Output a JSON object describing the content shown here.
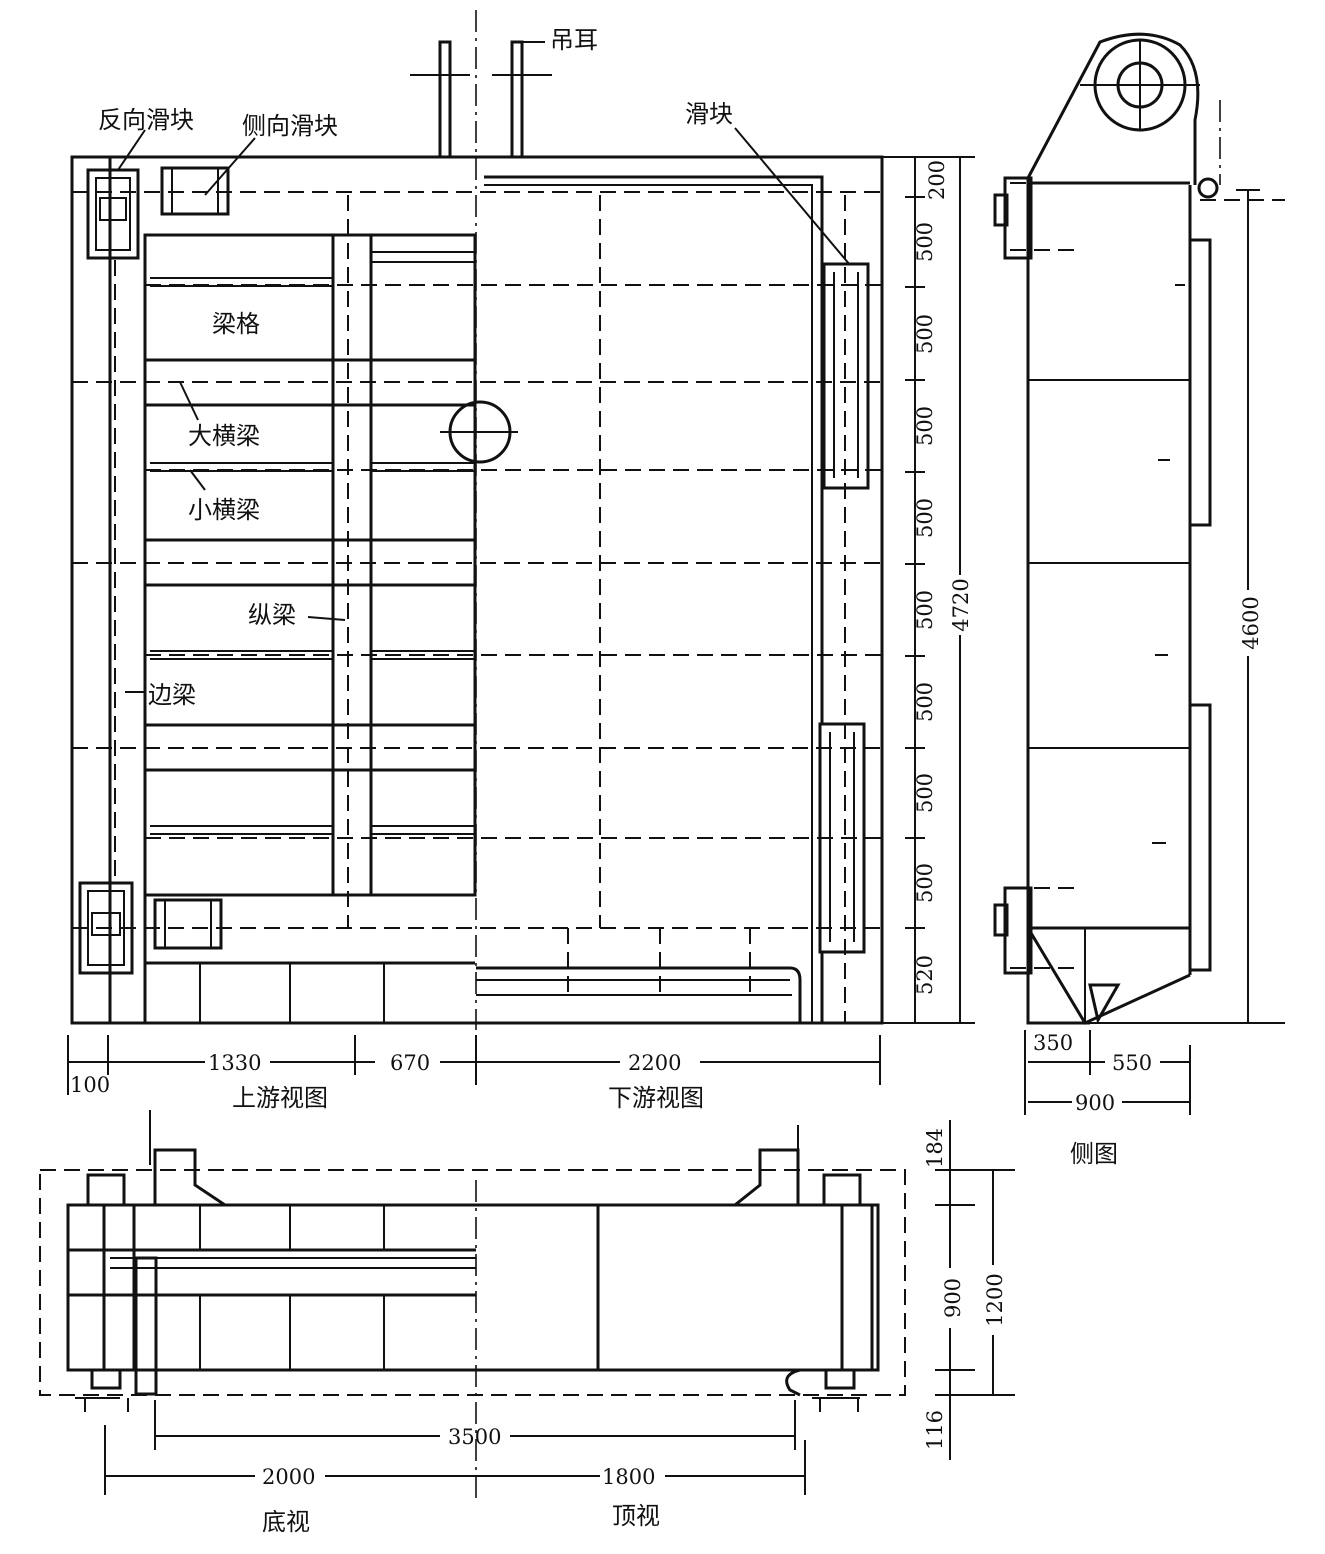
{
  "labels": {
    "lifting_lug": "吊耳",
    "reverse_slider": "反向滑块",
    "side_slider": "侧向滑块",
    "slider": "滑块",
    "beam_grid": "梁格",
    "main_cross_beam": "大横梁",
    "small_cross_beam": "小横梁",
    "longitudinal_beam": "纵梁",
    "edge_beam": "边梁"
  },
  "view_titles": {
    "upstream": "上游视图",
    "downstream": "下游视图",
    "side": "侧图",
    "bottom": "底视",
    "top": "顶视"
  },
  "dims": {
    "right_stack": [
      "200",
      "500",
      "500",
      "500",
      "500",
      "500",
      "500",
      "500",
      "500",
      "520"
    ],
    "total_height": "4720",
    "bottom": {
      "edge": "100",
      "d1330": "1330",
      "d670": "670",
      "d2200": "2200"
    },
    "side": {
      "height": "4600",
      "d350": "350",
      "d550": "550",
      "d900": "900"
    },
    "plan": {
      "d184": "184",
      "d900": "900",
      "d1200": "1200",
      "d116": "116",
      "d3500": "3500",
      "d2000": "2000",
      "d1800": "1800"
    }
  }
}
